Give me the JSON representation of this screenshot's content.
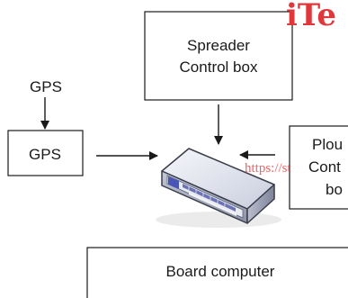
{
  "diagram": {
    "gps_input_label": "GPS",
    "gps_box_label": "GPS",
    "spreader_box_label_line1": "Spreader",
    "spreader_box_label_line2": "Control box",
    "plough_box_label_line1": "Plou",
    "plough_box_label_line2": "Cont",
    "plough_box_label_line3": "bo",
    "board_computer_label": "Board computer"
  },
  "watermark": {
    "title": "iTe",
    "url": "https://st"
  },
  "icons": {
    "hub": "network-hub-device-icon"
  },
  "colors": {
    "line": "#1a1a1a",
    "watermark": "#e0383a",
    "device_body": "#d7dbe6",
    "device_top": "#eef0f5",
    "device_front": "#a9afbf",
    "device_edge": "#3a3d4a",
    "device_ports": "#5a61a8"
  }
}
